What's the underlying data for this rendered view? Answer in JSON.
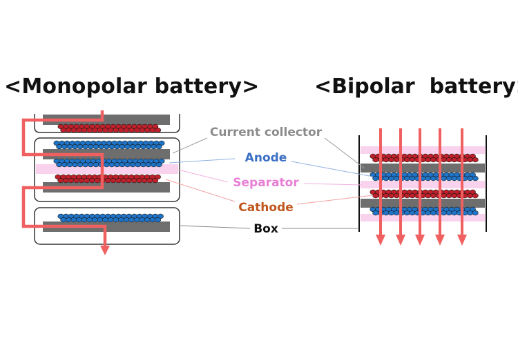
{
  "titles": {
    "monopolar": "<Monopolar battery>",
    "bipolar": "<Bipolar  battery>"
  },
  "labels": {
    "current_collector": "Current collector",
    "anode": "Anode",
    "separator": "Separator",
    "cathode": "Cathode",
    "box": "Box"
  },
  "colors": {
    "current_collector": "#8c8c8c",
    "anode": "#3a6fc4",
    "separator": "#e87fd6",
    "cathode": "#c0561d",
    "box": "#111111",
    "current_arrow": "#f06060",
    "anode_particle": "#1f74c8",
    "cathode_particle": "#c0202a",
    "separator_fill": "#f9d2ee",
    "collector_fill": "#6e6e6e"
  }
}
